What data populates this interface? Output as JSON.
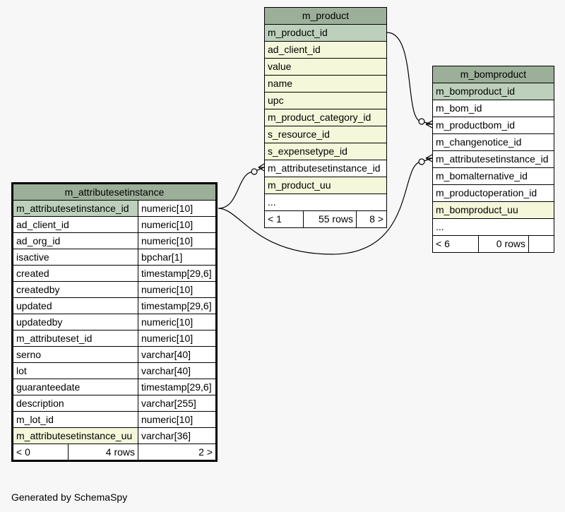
{
  "tables": {
    "product": {
      "name": "m_product",
      "columns": [
        {
          "name": "m_product_id",
          "kind": "pk"
        },
        {
          "name": "ad_client_id",
          "kind": "idx"
        },
        {
          "name": "value",
          "kind": "idx"
        },
        {
          "name": "name",
          "kind": "idx"
        },
        {
          "name": "upc",
          "kind": "idx"
        },
        {
          "name": "m_product_category_id",
          "kind": "idx"
        },
        {
          "name": "s_resource_id",
          "kind": "idx"
        },
        {
          "name": "s_expensetype_id",
          "kind": "idx"
        },
        {
          "name": "m_attributesetinstance_id",
          "kind": "plain"
        },
        {
          "name": "m_product_uu",
          "kind": "idx"
        },
        {
          "name": "...",
          "kind": "plain"
        }
      ],
      "footer": {
        "parents": "< 1",
        "rows": "55 rows",
        "children": "8 >"
      }
    },
    "bomproduct": {
      "name": "m_bomproduct",
      "columns": [
        {
          "name": "m_bomproduct_id",
          "kind": "pk"
        },
        {
          "name": "m_bom_id",
          "kind": "plain"
        },
        {
          "name": "m_productbom_id",
          "kind": "plain"
        },
        {
          "name": "m_changenotice_id",
          "kind": "plain"
        },
        {
          "name": "m_attributesetinstance_id",
          "kind": "plain"
        },
        {
          "name": "m_bomalternative_id",
          "kind": "plain"
        },
        {
          "name": "m_productoperation_id",
          "kind": "plain"
        },
        {
          "name": "m_bomproduct_uu",
          "kind": "idx"
        },
        {
          "name": "...",
          "kind": "plain"
        }
      ],
      "footer": {
        "parents": "< 6",
        "rows": "0 rows",
        "children": ""
      }
    },
    "attributesetinstance": {
      "name": "m_attributesetinstance",
      "columns": [
        {
          "name": "m_attributesetinstance_id",
          "type": "numeric[10]",
          "kind": "pk"
        },
        {
          "name": "ad_client_id",
          "type": "numeric[10]",
          "kind": "plain"
        },
        {
          "name": "ad_org_id",
          "type": "numeric[10]",
          "kind": "plain"
        },
        {
          "name": "isactive",
          "type": "bpchar[1]",
          "kind": "plain"
        },
        {
          "name": "created",
          "type": "timestamp[29,6]",
          "kind": "plain"
        },
        {
          "name": "createdby",
          "type": "numeric[10]",
          "kind": "plain"
        },
        {
          "name": "updated",
          "type": "timestamp[29,6]",
          "kind": "plain"
        },
        {
          "name": "updatedby",
          "type": "numeric[10]",
          "kind": "plain"
        },
        {
          "name": "m_attributeset_id",
          "type": "numeric[10]",
          "kind": "plain"
        },
        {
          "name": "serno",
          "type": "varchar[40]",
          "kind": "plain"
        },
        {
          "name": "lot",
          "type": "varchar[40]",
          "kind": "plain"
        },
        {
          "name": "guaranteedate",
          "type": "timestamp[29,6]",
          "kind": "plain"
        },
        {
          "name": "description",
          "type": "varchar[255]",
          "kind": "plain"
        },
        {
          "name": "m_lot_id",
          "type": "numeric[10]",
          "kind": "plain"
        },
        {
          "name": "m_attributesetinstance_uu",
          "type": "varchar[36]",
          "kind": "idx"
        }
      ],
      "footer": {
        "parents": "< 0",
        "rows": "4 rows",
        "children": "2 >"
      }
    }
  },
  "colors": {
    "header": "#9caf99",
    "primary_key": "#bcd0bb",
    "indexed": "#f4f7da",
    "background": "#f7f7f7"
  },
  "footer_text": "Generated by SchemaSpy"
}
